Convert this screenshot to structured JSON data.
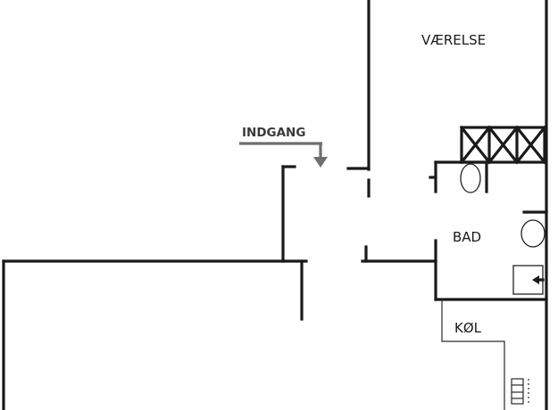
{
  "labels": {
    "room_bedroom": "VÆRELSE",
    "entrance": "INDGANG",
    "bathroom": "BAD",
    "kitchen": "KØL"
  },
  "colors": {
    "wall": "#1a1a1a",
    "entrance_arrow": "#6e6e6e",
    "background": "#ffffff"
  },
  "icons": {
    "entrance_arrow": "arrow-down-icon",
    "window_grille": "cross-lattice",
    "toilet": "oval-fixture",
    "sink": "oval-fixture",
    "shower": "square-fixture"
  }
}
